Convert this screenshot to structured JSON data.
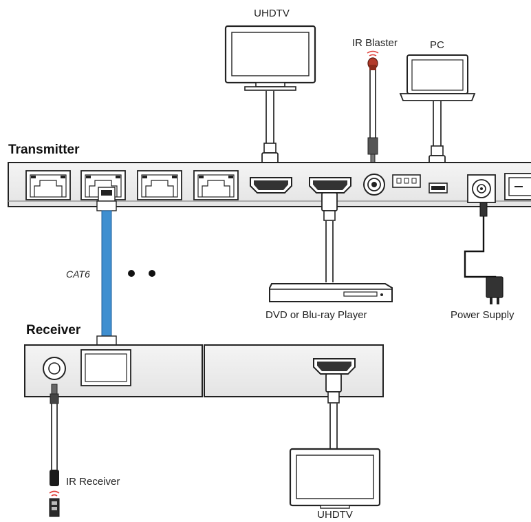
{
  "labels": {
    "uhdtv_top": "UHDTV",
    "ir_blaster": "IR Blaster",
    "pc": "PC",
    "transmitter": "Transmitter",
    "cat6": "CAT6",
    "dvd_player": "DVD or Blu-ray Player",
    "power_supply": "Power Supply",
    "receiver": "Receiver",
    "ir_receiver": "IR Receiver",
    "uhdtv_bottom": "UHDTV"
  },
  "colors": {
    "cat6_cable": "#3f8fd0",
    "device_fill": "#f2f2f2",
    "line": "#333333",
    "ir_emitter": "#b23a2a",
    "ir_signal": "#e0403a"
  },
  "icons": [
    "tv-icon",
    "laptop-icon",
    "ir-emitter-icon",
    "power-adapter-icon",
    "hdmi-port-icon",
    "rj45-port-icon",
    "ir-sensor-icon"
  ]
}
